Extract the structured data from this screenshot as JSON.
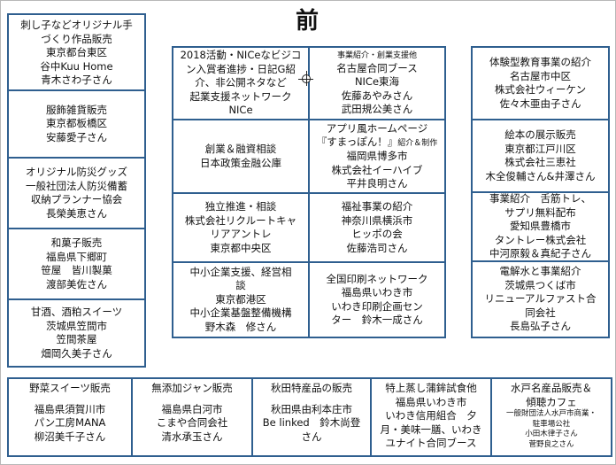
{
  "title": "前",
  "left_column": [
    [
      "刺し子などオリジナル手",
      "づくり作品販売",
      "東京都台東区",
      "谷中Kuu Home",
      "青木さわ子さん"
    ],
    [
      "服飾雑貨販売",
      "東京都板橋区",
      "安藤愛子さん"
    ],
    [
      "オリジナル防災グッズ",
      "一般社団法人防災備蓄",
      "収納プランナー協会",
      "長榮美恵さん"
    ],
    [
      "和菓子販売",
      "福島県下郷町",
      "笹屋　皆川製菓",
      "渡部美佐さん"
    ],
    [
      "甘酒、酒粕スイーツ",
      "茨城県笠間市",
      "笠間茶屋",
      "畑岡久美子さん"
    ]
  ],
  "center_left": [
    [
      "2018活動・NICeなビジコ",
      "ン入賞者進捗・日記G紹",
      "介、非公開ネタなど",
      "起業支援ネットワーク",
      "NICe"
    ],
    [
      "創業＆融資相談",
      "日本政策金融公庫"
    ],
    [
      "独立推進・相談",
      "株式会社リクルートキャ",
      "リアアントレ",
      "東京都中央区"
    ],
    [
      "中小企業支援、経営相",
      "談",
      "東京都港区",
      "中小企業基盤整備機構",
      "野木森　修さん"
    ]
  ],
  "center_right": {
    "box1_small": "事業紹介・創業支援他",
    "box1": [
      "名古屋合同ブース",
      "NICe東海",
      "佐藤あやみさん",
      "武田規公美さん"
    ],
    "box2_line1": "アプリ風ホームページ",
    "box2_line2_main": "『すまっぽん！』",
    "box2_line2_small": "紹介＆制作",
    "box2": [
      "福岡県博多市",
      "株式会社イーハイブ",
      "平井良明さん"
    ],
    "box3": [
      "福祉事業の紹介",
      "神奈川県横浜市",
      "ヒッポの会",
      "佐藤浩司さん"
    ],
    "box4": [
      "全国印刷ネットワーク",
      "福島県いわき市",
      "いわき印刷企画セン",
      "ター　鈴木一成さん"
    ]
  },
  "right_column": [
    [
      "体験型教育事業の紹介",
      "名古屋市中区",
      "株式会社ウィーケン",
      "佐々木亜由子さん"
    ],
    [
      "絵本の展示販売",
      "東京都江戸川区",
      "株式会社三恵社",
      "木全俊輔さん&井澤さん"
    ],
    [
      "事業紹介　舌筋トレ、",
      "サプリ無料配布",
      "愛知県豊橋市",
      "タントレー株式会社",
      "中河原毅＆真紀子さん"
    ],
    [
      "電解水と事業紹介",
      "茨城県つくば市",
      "リニューアルファスト合",
      "同会社",
      "長島弘子さん"
    ]
  ],
  "bottom_row": [
    {
      "head": "野菜スイーツ販売",
      "lines": [
        "福島県須賀川市",
        "パン工房MANA",
        "柳沼美千子さん"
      ]
    },
    {
      "head": "無添加ジャン販売",
      "lines": [
        "福島県白河市",
        "こまや合同会社",
        "清水承玉さん"
      ]
    },
    {
      "head": "秋田特産品の販売",
      "lines": [
        "秋田県由利本庄市",
        "Be linked　鈴木尚登",
        "さん"
      ]
    },
    {
      "head": "特上蒸し蒲鉾試食他",
      "lines": [
        "福島県いわき市",
        "いわき信用組合　夕",
        "月・美味一膳、いわき",
        "ユナイト合同ブース"
      ]
    },
    {
      "head": "水戸名産品販売＆",
      "head2": "傾聴カフェ",
      "small": [
        "一般財団法人水戸市商業・",
        "駐車場公社",
        "小田木律子さん",
        "菅野良之さん"
      ]
    }
  ]
}
